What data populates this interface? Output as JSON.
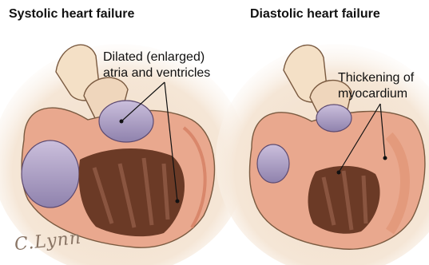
{
  "panels": {
    "left": {
      "title": "Systolic heart failure",
      "callout_line1": "Dilated (enlarged)",
      "callout_line2": "atria and ventricles"
    },
    "right": {
      "title": "Diastolic heart failure",
      "callout_line1": "Thickening of",
      "callout_line2": "myocardium"
    }
  },
  "signature": "C.Lynn",
  "colors": {
    "background_wash": "#f2ddc8",
    "myocardium": "#e9a88e",
    "muscle_dark": "#6b3a26",
    "chamber_purple": "#a89cc2",
    "vessel_outline": "#7a5a40"
  }
}
